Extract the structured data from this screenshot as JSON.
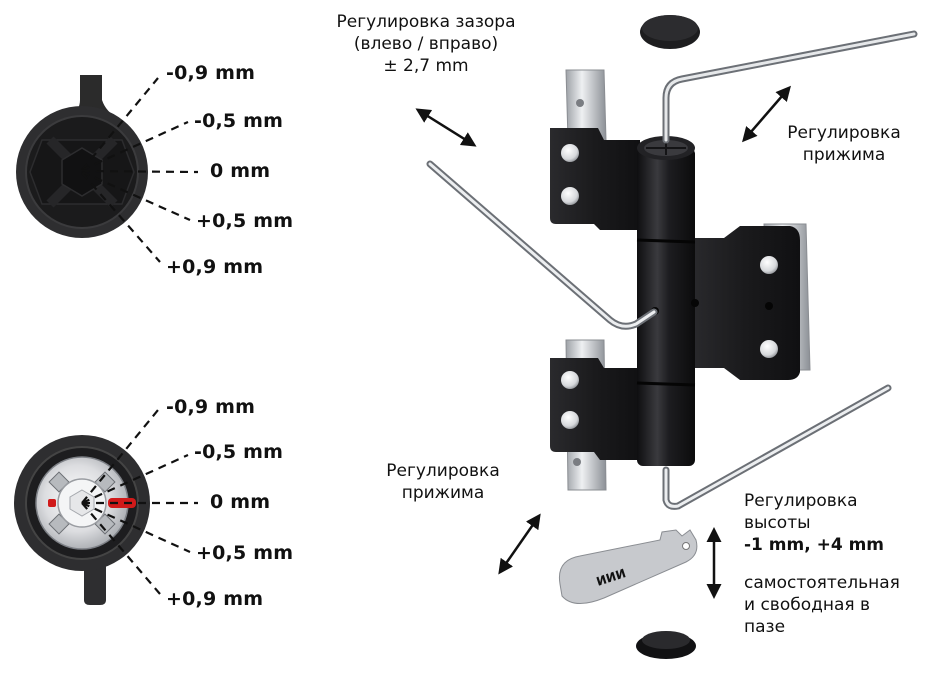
{
  "dial_top": {
    "labels": [
      "-0,9 mm",
      "-0,5 mm",
      "0 mm",
      "+0,5 mm",
      "+0,9 mm"
    ],
    "body_color": "#2b2b2b"
  },
  "dial_bottom": {
    "labels": [
      "-0,9 mm",
      "-0,5 mm",
      "0 mm",
      "+0,5 mm",
      "+0,9 mm"
    ],
    "indicator_color": "#d01a1a"
  },
  "gap_adjustment": {
    "line1": "Регулировка зазора",
    "line2": "(влево / вправо)",
    "line3": "± 2,7 mm"
  },
  "pressure_adjustment_top": {
    "line1": "Регулировка",
    "line2": "прижима"
  },
  "pressure_adjustment_bottom": {
    "line1": "Регулировка",
    "line2": "прижима"
  },
  "height_adjustment": {
    "line1": "Регулировка",
    "line2": "высоты",
    "line3": "-1 mm, +4 mm",
    "note1": "самостоятельная",
    "note2": "и свободная в",
    "note3": "пазе"
  },
  "colors": {
    "hinge_black": "#1c1c1e",
    "steel": "#c9ccd0",
    "text": "#111111"
  }
}
